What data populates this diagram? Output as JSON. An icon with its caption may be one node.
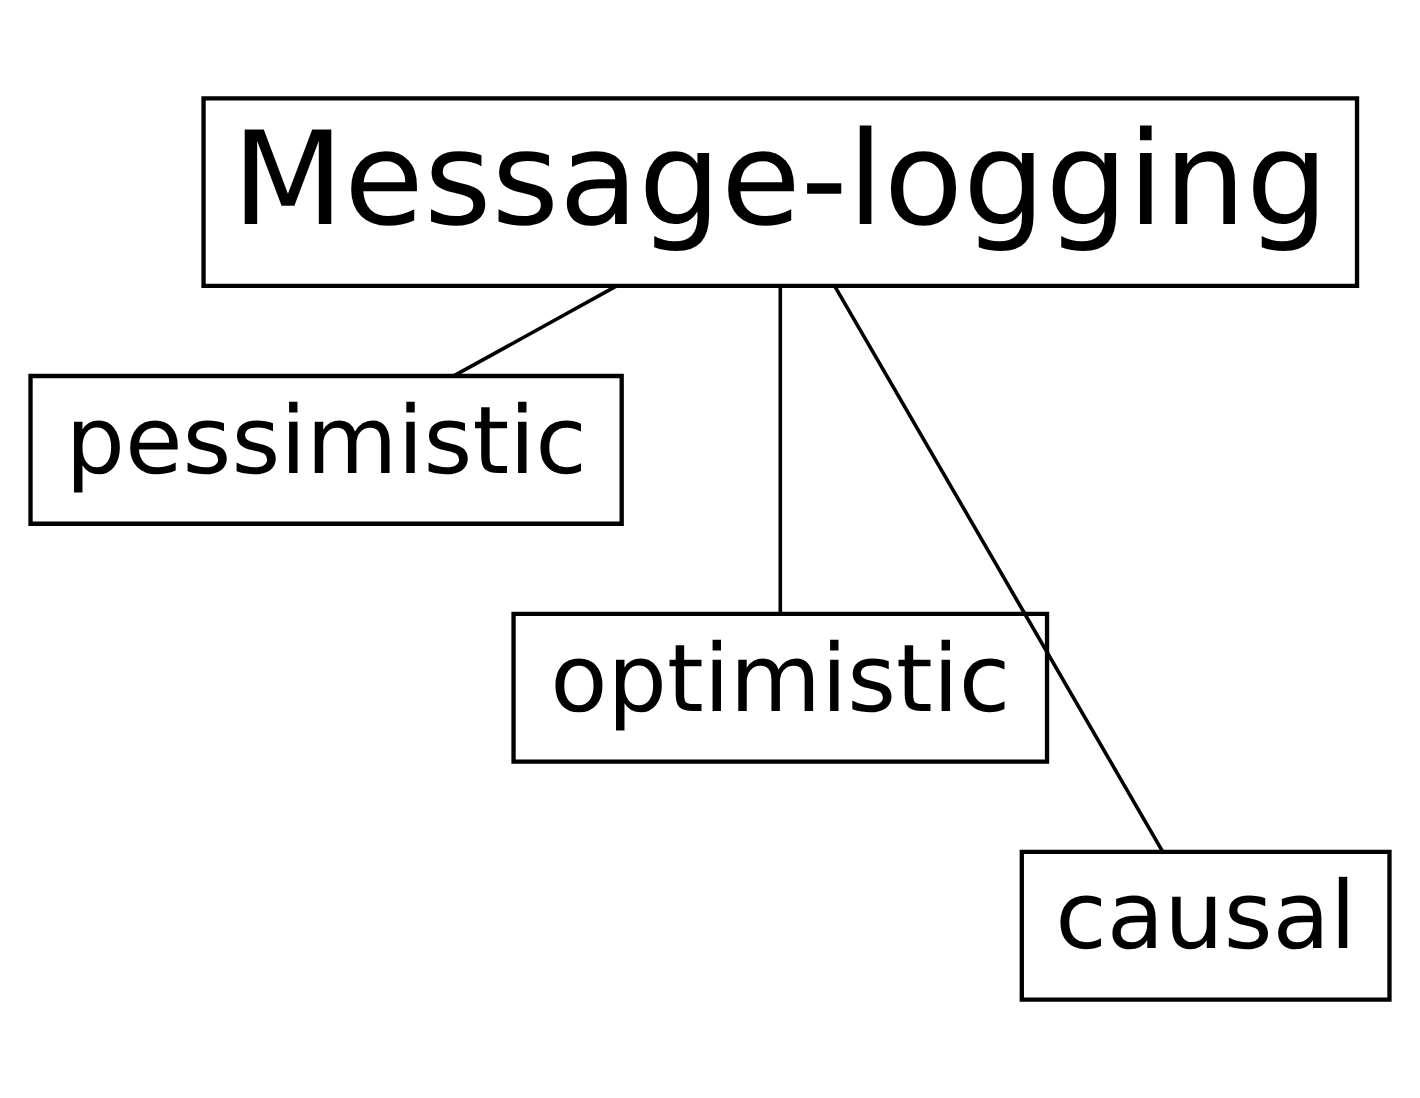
{
  "diagram": {
    "nodes": [
      {
        "text": [
          "Message-logging"
        ]
      },
      {
        "text": [
          "pessimistic"
        ]
      },
      {
        "text": [
          "optimistic"
        ]
      },
      {
        "text": [
          "causal"
        ]
      }
    ],
    "edges": [
      {
        "from": 0,
        "to": 1,
        "arrow": "none"
      },
      {
        "from": 0,
        "to": 2,
        "arrow": "none"
      },
      {
        "from": 0,
        "to": 3,
        "arrow": "none"
      }
    ]
  }
}
